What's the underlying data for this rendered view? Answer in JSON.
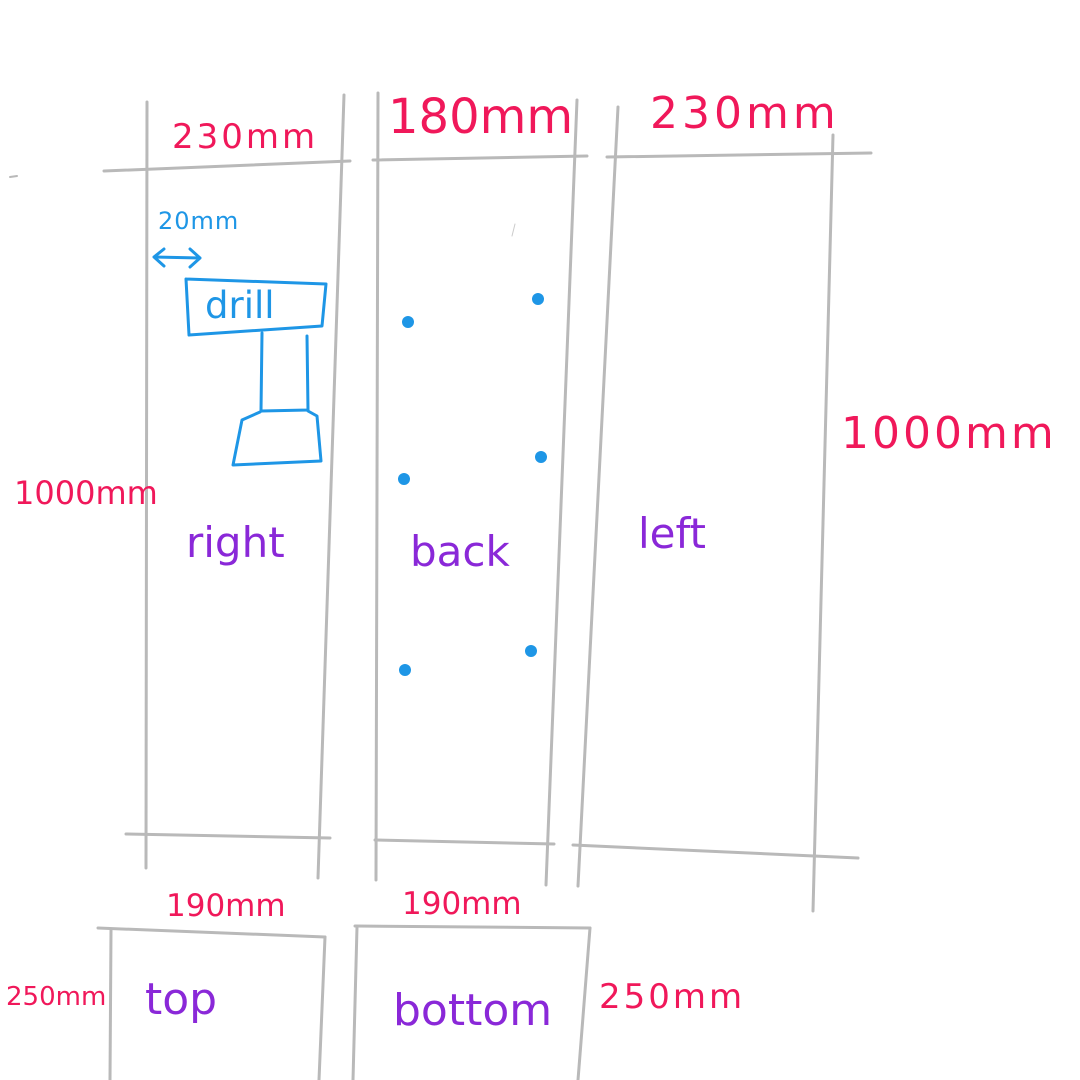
{
  "panels": {
    "right": {
      "name": "right",
      "width": "230mm",
      "height": "1000mm"
    },
    "back": {
      "name": "back",
      "width": "180mm"
    },
    "left": {
      "name": "left",
      "width": "230mm",
      "height": "1000mm"
    },
    "top": {
      "name": "top",
      "width": "190mm",
      "height": "250mm"
    },
    "bottom": {
      "name": "bottom",
      "width": "190mm",
      "height": "250mm"
    }
  },
  "drill": {
    "label": "drill",
    "offset": "20mm"
  },
  "colors": {
    "lines": "#b9b9b9",
    "dimensions": "#f0185a",
    "panel_labels": "#8a28d8",
    "drill_annotation": "#1e96e6"
  }
}
